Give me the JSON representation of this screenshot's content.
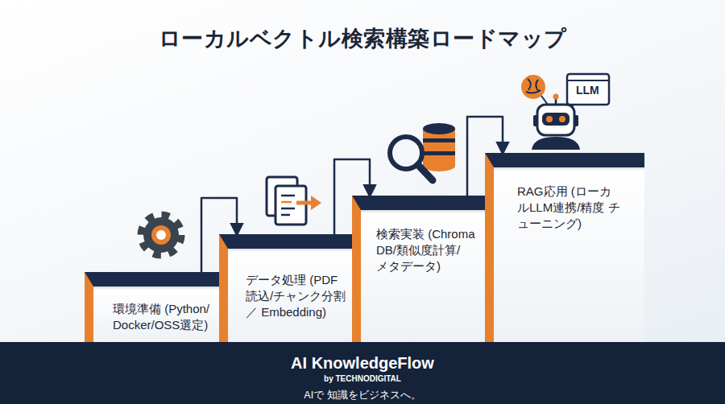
{
  "diagram": {
    "title": "ローカルベクトル検索構築ロードマップ",
    "nodes": [
      {
        "text": [
          "環境準備 (Python/ Docker/OSS選定)"
        ]
      },
      {
        "text": [
          "データ処理 (PDF 読込/チャンク分割 ／ Embedding)"
        ]
      },
      {
        "text": [
          "検索実装 (Chroma DB/類似度計算/ メタデータ)"
        ]
      },
      {
        "text": [
          "RAG応用 (ローカルLLM連携/精度 チューニング)"
        ]
      },
      {
        "text": [
          "AI KnowledgeFlow",
          "by TECHNODIGITAL",
          "AIで 知識をビジネスへ。"
        ]
      }
    ],
    "edges": [
      {
        "from": 0,
        "to": 1,
        "arrow": "to"
      },
      {
        "from": 1,
        "to": 2,
        "arrow": "to"
      },
      {
        "from": 2,
        "to": 3,
        "arrow": "to"
      }
    ],
    "labels": [
      "LLM"
    ]
  }
}
